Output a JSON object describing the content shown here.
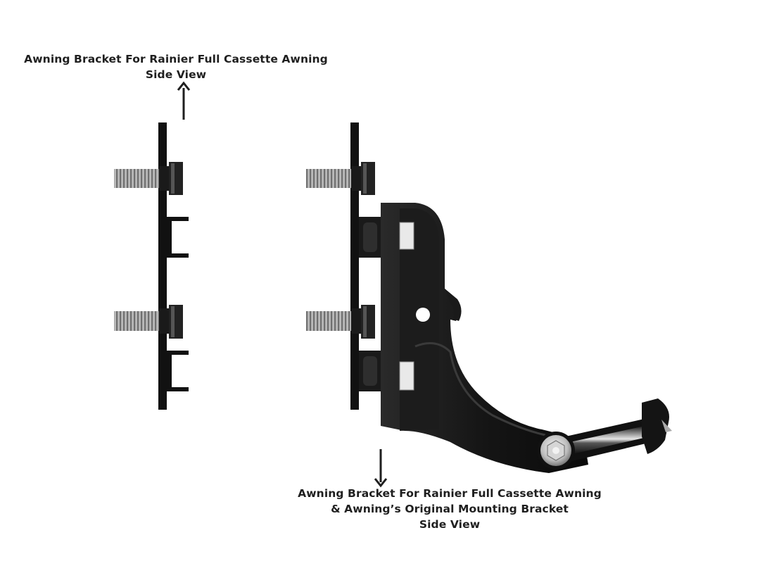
{
  "top_label": {
    "line1": "Awning Bracket For Rainier Full Cassette Awning",
    "line2": "Side View"
  },
  "bottom_label": {
    "line1": "Awning Bracket For Rainier Full Cassette Awning",
    "line2": "& Awning’s Original Mounting Bracket",
    "line3": "Side View"
  },
  "colors": {
    "text": "#1f1f1f",
    "bracket": "#111111",
    "bolt_thread": "#9a9a9a",
    "background": "#ffffff"
  }
}
